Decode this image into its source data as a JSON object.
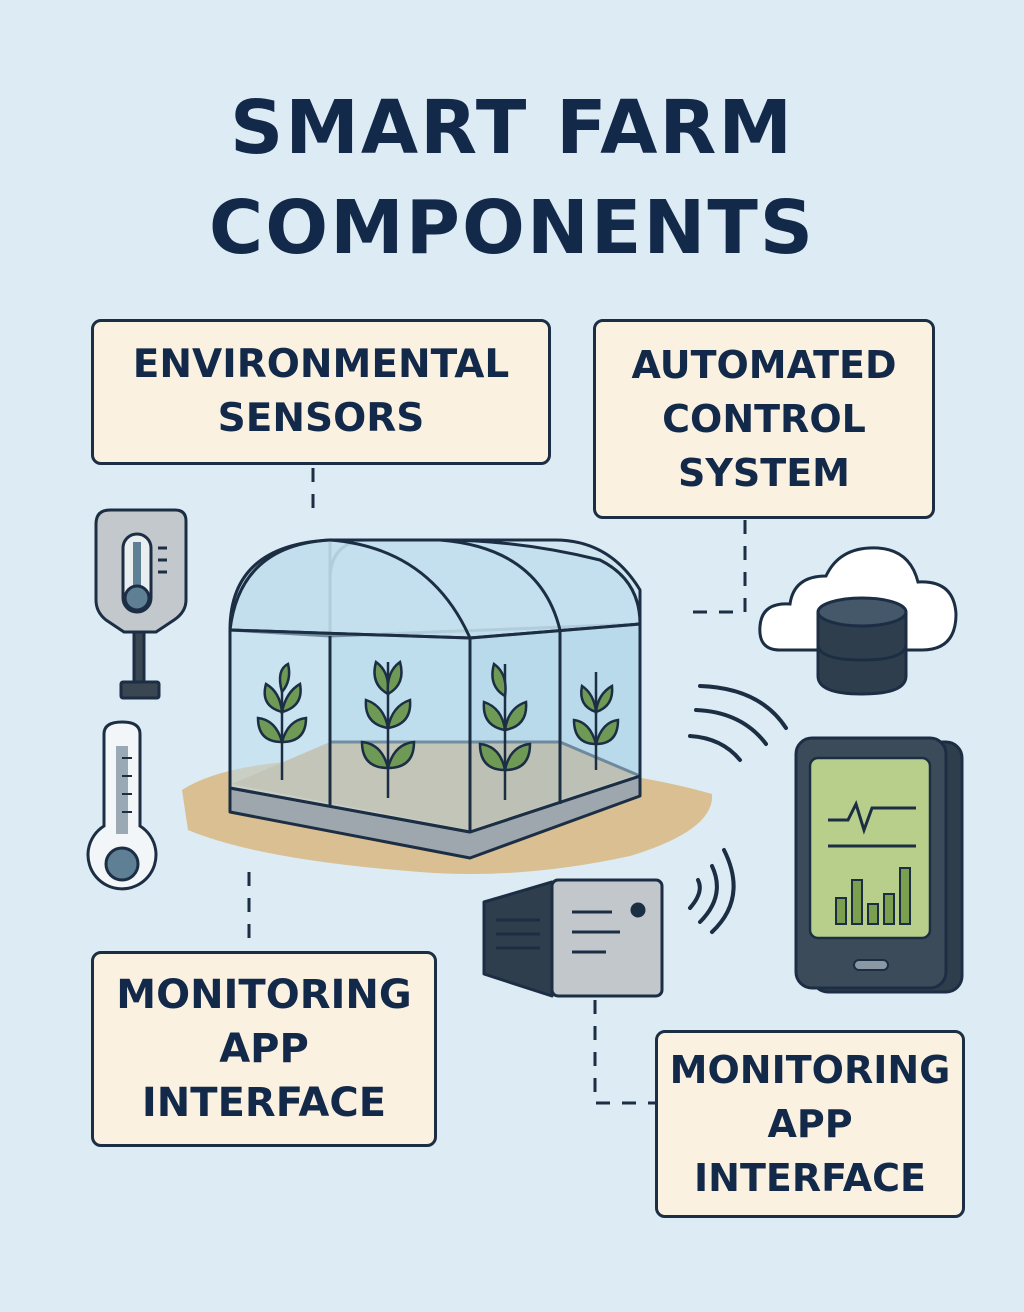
{
  "title": {
    "line1": "SMART FARM",
    "line2": "COMPONENTS"
  },
  "boxes": {
    "environmental_sensors": {
      "lines": [
        "ENVIRONMENTAL",
        "SENSORS"
      ]
    },
    "automated_control": {
      "lines": [
        "AUTOMATED",
        "CONTROL",
        "SYSTEM"
      ]
    },
    "monitoring_app_left": {
      "lines": [
        "MONITORING",
        "APP",
        "INTERFACE"
      ]
    },
    "monitoring_app_right": {
      "lines": [
        "MONITORING",
        "APP",
        "INTERFACE"
      ]
    }
  },
  "icons": [
    "thermometer-sensor-icon",
    "thermometer-icon",
    "greenhouse-icon",
    "cloud-database-icon",
    "wireless-signal-icon",
    "tablet-dashboard-icon",
    "controller-unit-icon"
  ],
  "colors": {
    "background": "#dcebf4",
    "box_fill": "#fbf1e0",
    "outline": "#1c2e44",
    "title_text": "#13294a",
    "glass": "#bcdcec",
    "leaf": "#6f9a55",
    "soil": "#d9bf92",
    "screen": "#b7cf8a"
  }
}
